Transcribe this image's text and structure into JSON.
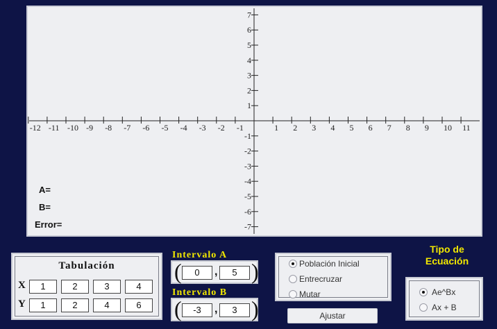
{
  "plot": {
    "x_ticks": [
      "-12",
      "-11",
      "-10",
      "-9",
      "-8",
      "-7",
      "-6",
      "-5",
      "-4",
      "-3",
      "-2",
      "-1",
      "1",
      "2",
      "3",
      "4",
      "5",
      "6",
      "7",
      "8",
      "9",
      "10",
      "11"
    ],
    "y_ticks": [
      "7",
      "6",
      "5",
      "4",
      "3",
      "2",
      "1",
      "-1",
      "-2",
      "-3",
      "-4",
      "-5",
      "-6",
      "-7"
    ]
  },
  "results": {
    "a_label": "A=",
    "b_label": "B=",
    "error_label": "Error="
  },
  "tabulation": {
    "title": "Tabulación",
    "x_label": "X",
    "y_label": "Y",
    "x_values": [
      "1",
      "2",
      "3",
      "4"
    ],
    "y_values": [
      "1",
      "2",
      "4",
      "6"
    ]
  },
  "interval_a": {
    "title": "Intervalo A",
    "open": "(",
    "comma": ",",
    "close": ")",
    "min": "0",
    "max": "5"
  },
  "interval_b": {
    "title": "Intervalo B",
    "open": "(",
    "comma": ",",
    "close": ")",
    "min": "-3",
    "max": "3"
  },
  "operations": {
    "options": [
      "Población Inicial",
      "Entrecruzar",
      "Mutar"
    ],
    "selected": "Población Inicial"
  },
  "ajustar_label": "Ajustar",
  "equation_type": {
    "title_line1": "Tipo de",
    "title_line2": "Ecuación",
    "options": [
      "Ae^Bx",
      "Ax + B"
    ],
    "selected": "Ae^Bx"
  },
  "colors": {
    "background": "#0e1446",
    "panel": "#eeeff2",
    "accent_text": "#f2e800"
  }
}
